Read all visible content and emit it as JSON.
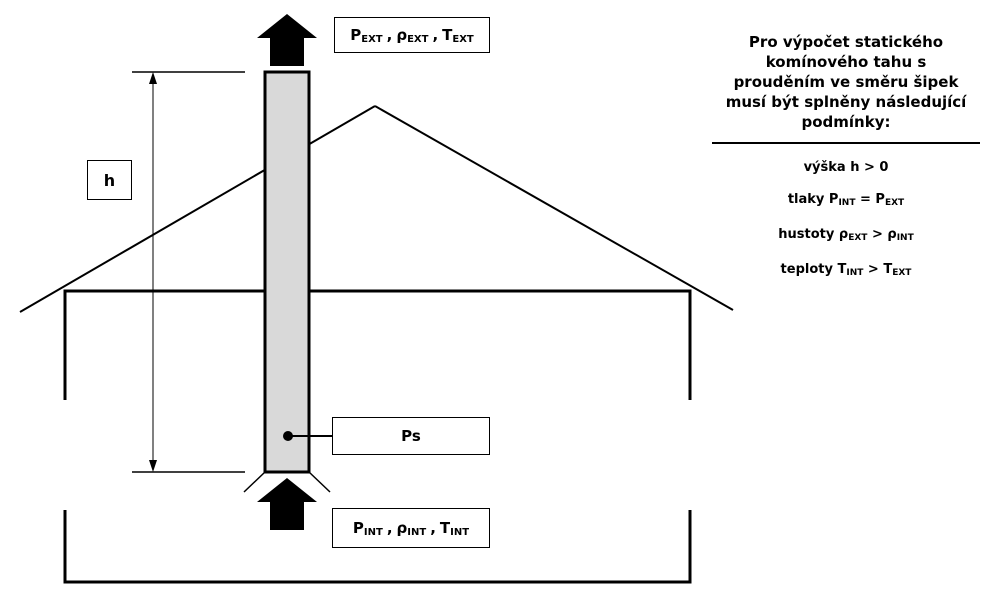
{
  "labels": {
    "top": {
      "p": "P",
      "p_sub": "EXT",
      "rho": "ρ",
      "rho_sub": "EXT",
      "t": "T",
      "t_sub": "EXT",
      "sep": ","
    },
    "height": "h",
    "ps": "Ps",
    "bottom": {
      "p": "P",
      "p_sub": "INT",
      "rho": "ρ",
      "rho_sub": "INT",
      "t": "T",
      "t_sub": "INT",
      "sep": ","
    }
  },
  "conditions": {
    "title": "Pro výpočet statického komínového tahu s prouděním ve směru šipek musí být splněny následující podmínky:",
    "items": [
      {
        "prefix": "výška h > 0"
      },
      {
        "prefix": "tlaky P",
        "sub1": "INT",
        "op": " = P",
        "sub2": "EXT"
      },
      {
        "prefix": "hustoty ρ",
        "sub1": "EXT",
        "op": " > ρ",
        "sub2": "INT"
      },
      {
        "prefix": "teploty T",
        "sub1": "INT",
        "op": " > T",
        "sub2": "EXT"
      }
    ]
  },
  "colors": {
    "chimney_fill": "#d9d9d9",
    "stroke": "#000000"
  }
}
